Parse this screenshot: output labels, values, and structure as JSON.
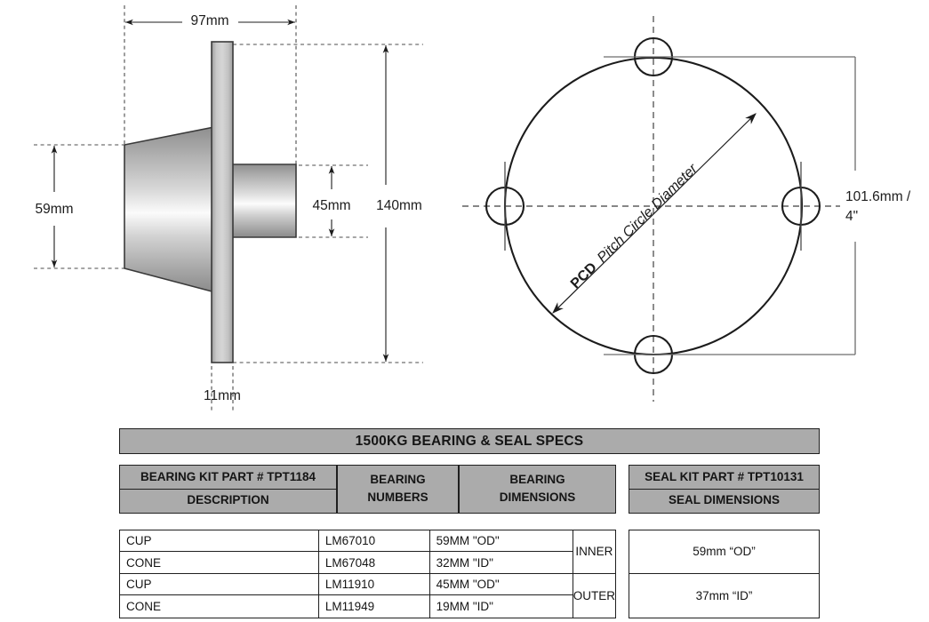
{
  "side_view": {
    "dim_width_97": "97mm",
    "dim_height_59": "59mm",
    "dim_height_45": "45mm",
    "dim_height_140": "140mm",
    "dim_thickness_11": "11mm"
  },
  "pcd_view": {
    "label_pcd_abbr": "PCD",
    "label_pcd_full": "Pitch Circle Diameter",
    "dim_pcd_line1": "101.6mm /",
    "dim_pcd_line2": "4\"",
    "stud_count": 4
  },
  "specs": {
    "title": "1500KG BEARING & SEAL SPECS",
    "headers": {
      "kit_part": "BEARING KIT PART # TPT1184",
      "description": "DESCRIPTION",
      "bearing_numbers_l1": "BEARING",
      "bearing_numbers_l2": "NUMBERS",
      "bearing_dimensions_l1": "BEARING",
      "bearing_dimensions_l2": "DIMENSIONS",
      "seal_kit_part": "SEAL KIT PART # TPT10131",
      "seal_dimensions": "SEAL DIMENSIONS"
    },
    "rows": [
      {
        "description": "CUP",
        "number": "LM67010",
        "dimension": "59MM \"OD\""
      },
      {
        "description": "CONE",
        "number": "LM67048",
        "dimension": "32MM \"ID\""
      },
      {
        "description": "CUP",
        "number": "LM11910",
        "dimension": "45MM \"OD\""
      },
      {
        "description": "CONE",
        "number": "LM11949",
        "dimension": "19MM \"ID\""
      }
    ],
    "positions": [
      "INNER",
      "OUTER"
    ],
    "seal_values": [
      "59mm “OD”",
      "37mm “ID”"
    ]
  },
  "colors": {
    "header_fill": "#ababab",
    "line": "#1f1f1f",
    "metal_light": "#f2f2f2",
    "metal_mid": "#b4b4b4",
    "metal_dark": "#8f8f8f"
  }
}
